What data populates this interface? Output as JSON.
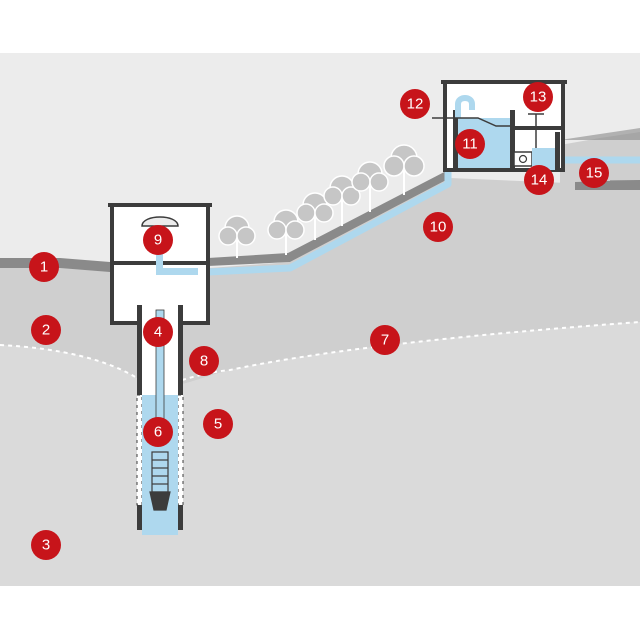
{
  "diagram": {
    "colors": {
      "sky": "#ececec",
      "ground_top": "#8a8a8a",
      "soil_upper": "#cdcdcd",
      "soil_lower": "#d9d9d9",
      "water": "#aed8ee",
      "wall": "#3c3c3c",
      "marker": "#c7141a",
      "tree": "#c6c6c6"
    },
    "markers": [
      {
        "label": "1"
      },
      {
        "label": "2"
      },
      {
        "label": "3"
      },
      {
        "label": "4"
      },
      {
        "label": "5"
      },
      {
        "label": "6"
      },
      {
        "label": "7"
      },
      {
        "label": "8"
      },
      {
        "label": "9"
      },
      {
        "label": "10"
      },
      {
        "label": "11"
      },
      {
        "label": "12"
      },
      {
        "label": "13"
      },
      {
        "label": "14"
      },
      {
        "label": "15"
      }
    ]
  }
}
